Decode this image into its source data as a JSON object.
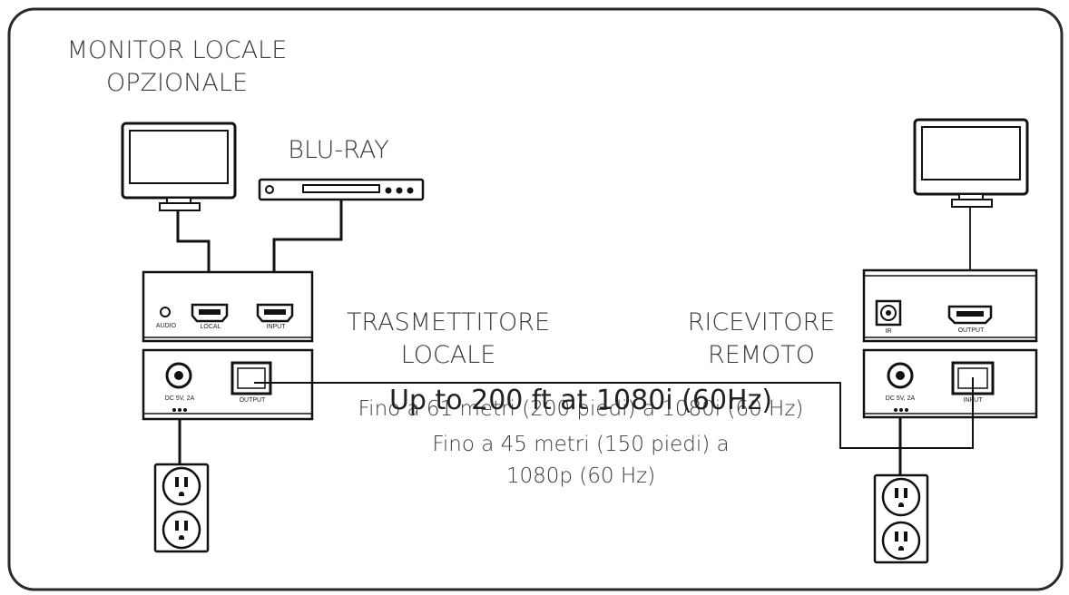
{
  "labels": {
    "monitor_locale_1": "MONITOR LOCALE",
    "monitor_locale_2": "OPZIONALE",
    "bluray": "BLU-RAY",
    "tx_1": "TRASMETTITORE",
    "tx_2": "LOCALE",
    "rx_1": "RICEVITORE",
    "rx_2": "REMOTO",
    "overlay_range": "Up to 200 ft at 1080i (60Hz)",
    "range_1080i": "Fino a 61 metri (200 piedi) a 1080i (60 Hz)",
    "range_1080p_1": "Fino a 45 metri (150 piedi) a",
    "range_1080p_2": "1080p (60 Hz)"
  },
  "ports": {
    "audio": "AUDIO",
    "local": "LOCAL",
    "input": "INPUT",
    "output": "OUTPUT",
    "dc": "DC 5V, 2A",
    "ir": "IR"
  },
  "colors": {
    "line": "#111111",
    "text": "#3a3a3a",
    "frame": "#2a2a2a"
  }
}
